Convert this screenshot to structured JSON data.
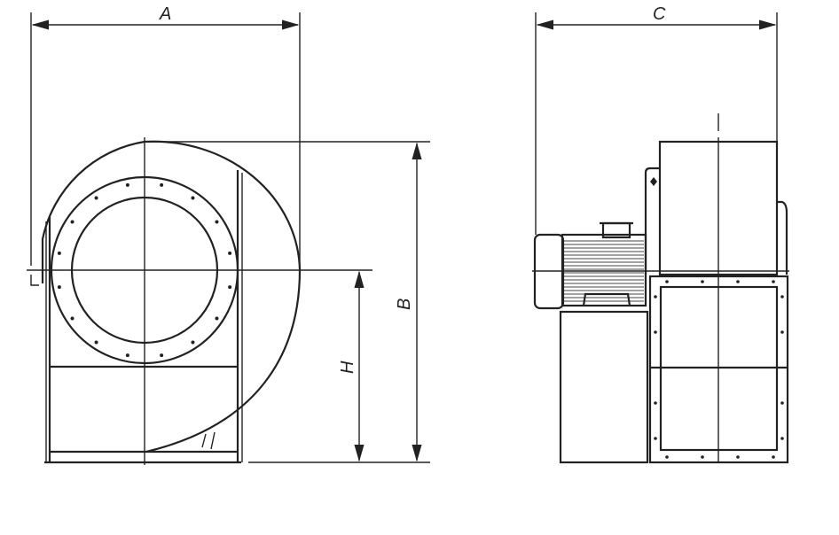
{
  "drawing": {
    "front_view": {
      "dimensions": {
        "width": "A",
        "total_height": "B",
        "shaft_height": "H"
      }
    },
    "side_view": {
      "dimensions": {
        "depth": "C"
      }
    }
  },
  "colors": {
    "line": "#222222",
    "background": "#ffffff"
  }
}
